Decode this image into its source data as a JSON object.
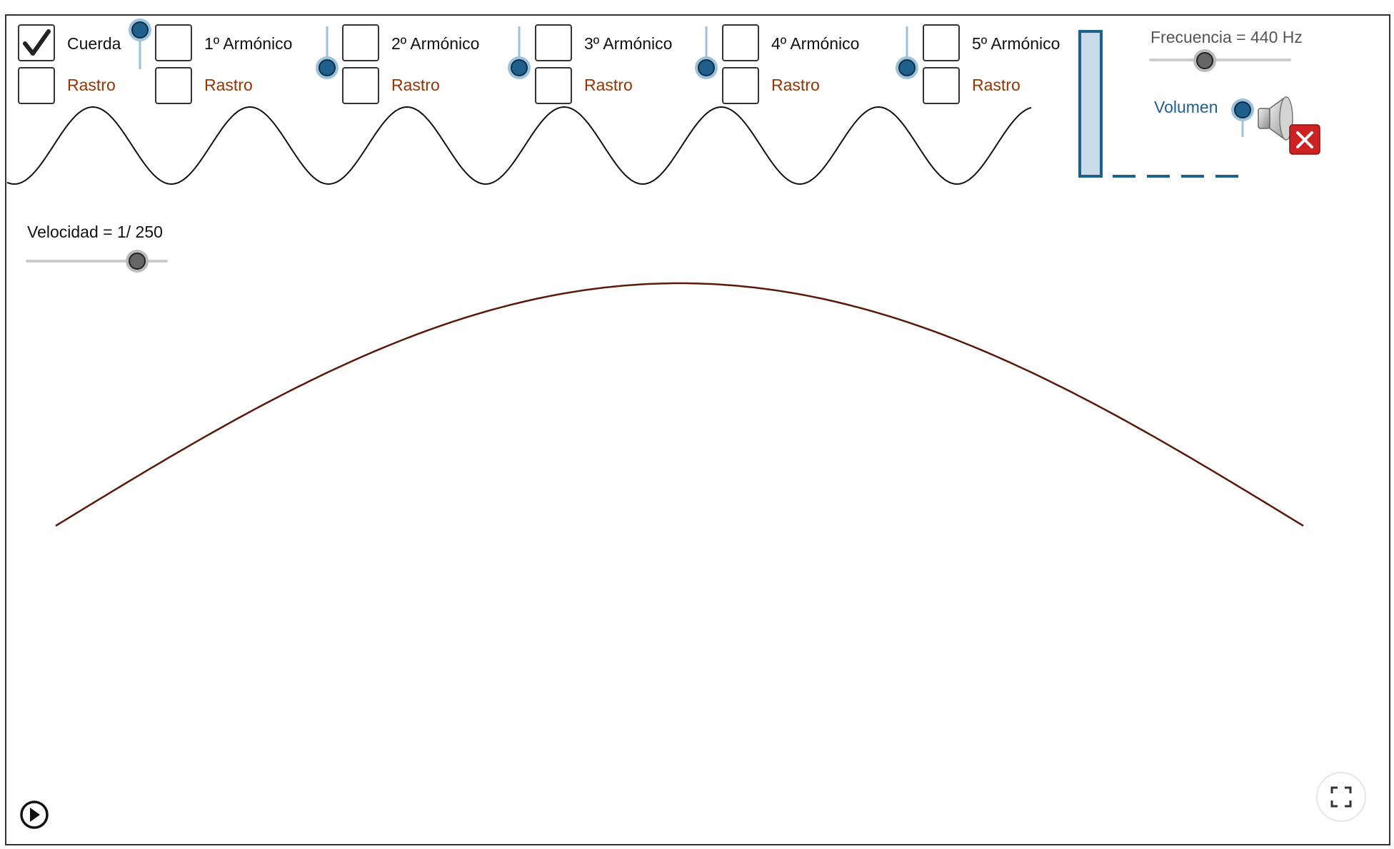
{
  "harmonics_panel": {
    "string": {
      "label": "Cuerda",
      "checked": true
    },
    "harmonics": [
      {
        "label": "1º Armónico",
        "checked": false,
        "amplitude_fraction": 1.0
      },
      {
        "label": "2º Armónico",
        "checked": false,
        "amplitude_fraction": 0.0
      },
      {
        "label": "3º Armónico",
        "checked": false,
        "amplitude_fraction": 0.0
      },
      {
        "label": "4º Armónico",
        "checked": false,
        "amplitude_fraction": 0.0
      },
      {
        "label": "5º Armónico",
        "checked": false,
        "amplitude_fraction": 0.0
      }
    ],
    "trace_label": "Rastro",
    "trace_checked": [
      false,
      false,
      false,
      false,
      false,
      false
    ]
  },
  "frequency": {
    "label": "Frecuencia = 440 Hz",
    "value": 440,
    "unit": "Hz",
    "slider_fraction": 0.39
  },
  "volume": {
    "label": "Volumen",
    "level_fraction": 1.0,
    "muted": true
  },
  "speed": {
    "label": "Velocidad = 1/ 250",
    "value": "1/ 250",
    "slider_fraction": 0.79
  },
  "icons": {
    "speaker": "speaker-icon",
    "mute": "mute-x-icon",
    "play": "play-icon",
    "fullscreen": "fullscreen-icon"
  },
  "colors": {
    "accent_blue": "#1f5f8b",
    "trace_label": "#993300",
    "string_curve": "#5a1a0a",
    "mute_red": "#cc2222"
  }
}
